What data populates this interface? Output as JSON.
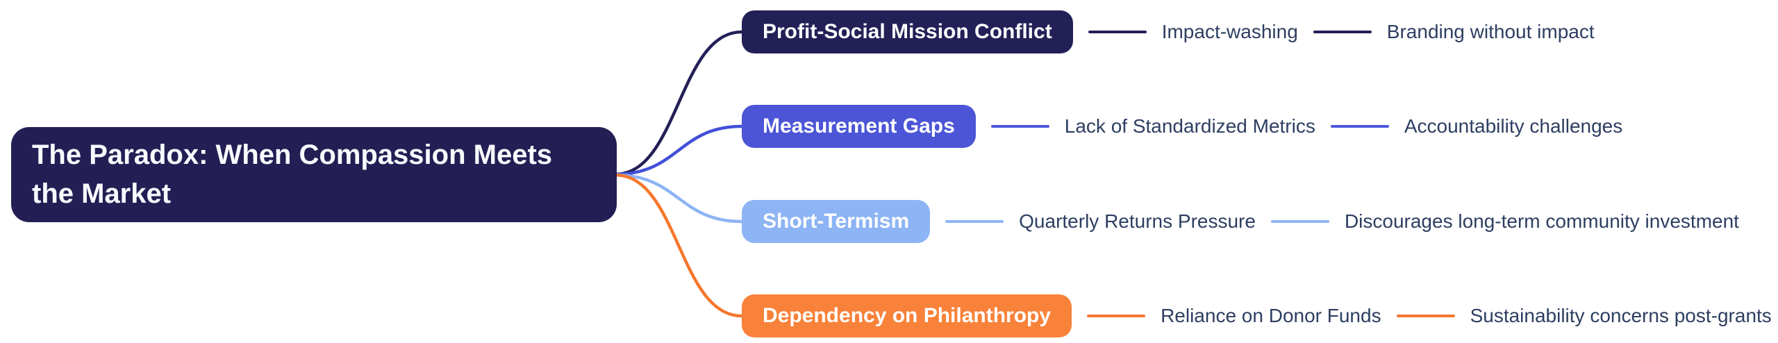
{
  "diagram": {
    "type": "mindmap",
    "background_color": "#ffffff"
  },
  "root": {
    "label": "The Paradox: When Compassion Meets the Market",
    "bg_color": "#231f54",
    "text_color": "#ffffff"
  },
  "branches": [
    {
      "label": "Profit-Social Mission Conflict",
      "node_color": "#232057",
      "link_color": "#232057",
      "text_color": "#ffffff",
      "children": [
        "Impact-washing",
        "Branding without impact"
      ]
    },
    {
      "label": "Measurement Gaps",
      "node_color": "#4c55d6",
      "link_color": "#5156de",
      "text_color": "#ffffff",
      "children": [
        "Lack of Standardized Metrics",
        "Accountability challenges"
      ]
    },
    {
      "label": "Short-Termism",
      "node_color": "#8db4f4",
      "link_color": "#8db4f4",
      "text_color": "#ffffff",
      "children": [
        "Quarterly Returns Pressure",
        "Discourages long-term community investment"
      ]
    },
    {
      "label": "Dependency on Philanthropy",
      "node_color": "#f8823a",
      "link_color": "#f4772c",
      "text_color": "#ffffff",
      "children": [
        "Reliance on Donor Funds",
        "Sustainability concerns post-grants"
      ]
    }
  ],
  "leaf_text_color": "#2d3e61"
}
